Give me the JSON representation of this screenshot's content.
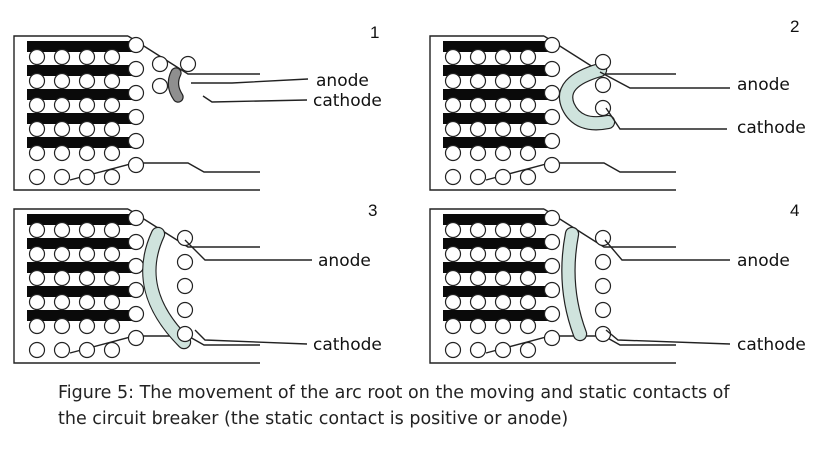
{
  "panels": [
    {
      "number": "1",
      "anode_label": "anode",
      "cathode_label": "cathode"
    },
    {
      "number": "2",
      "anode_label": "anode",
      "cathode_label": "cathode"
    },
    {
      "number": "3",
      "anode_label": "anode",
      "cathode_label": "cathode"
    },
    {
      "number": "4",
      "anode_label": "anode",
      "cathode_label": "cathode"
    }
  ],
  "caption": {
    "line1": "Figure 5: The movement of the arc root on the moving and static contacts of",
    "line2": "the circuit breaker (the static contact is positive or anode)"
  },
  "colors": {
    "plate": "#0a0a0a",
    "outline": "#222222",
    "arc_dark": "#8f8f8f",
    "arc_light": "#cfe3dd"
  }
}
